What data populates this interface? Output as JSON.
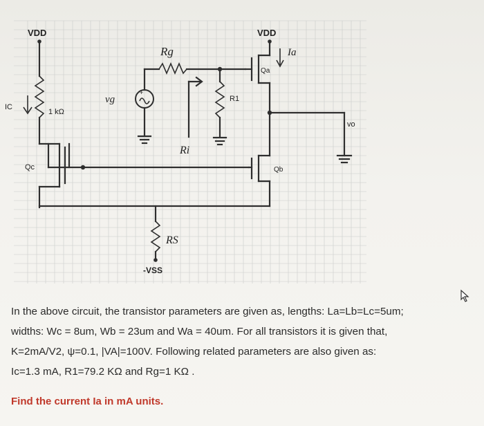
{
  "circuit": {
    "vdd_left": "VDD",
    "vdd_right": "VDD",
    "rg": "Rg",
    "ia": "Ia",
    "qa": "Qa",
    "vg": "vg",
    "r1": "R1",
    "ic": "IC",
    "one_k": "1 kΩ",
    "vo": "vo",
    "ri": "Ri",
    "qc": "Qc",
    "qb": "Qb",
    "rs": "RS",
    "vss": "-VSS"
  },
  "problem": {
    "line1": "In the above circuit, the transistor parameters are given as, lengths: La=Lb=Lc=5um;",
    "line2": "widths: Wc = 8um, Wb = 23um and  Wa = 40um. For all transistors it is given that,",
    "line3": "K=2mA/V2, ψ=0.1, |VA|=100V. Following related parameters are also given as:",
    "line4": "Ic=1.3 mA, R1=79.2 KΩ and Rg=1 KΩ .",
    "question": "Find the current Ia in mA units."
  },
  "colors": {
    "question": "#c0392b",
    "wire": "#2e2e2e",
    "grid": "#c9cbc9"
  },
  "icons": [
    "ac-voltage-source-icon",
    "ground-icon",
    "current-arrow-icon",
    "mouse-cursor-icon"
  ]
}
